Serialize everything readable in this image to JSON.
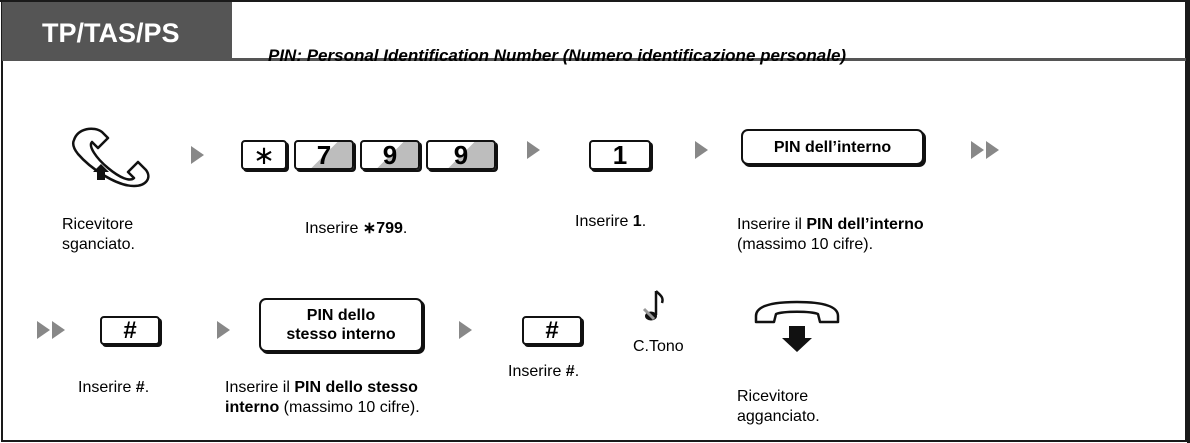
{
  "header": {
    "tab_label": "TP/TAS/PS",
    "subtitle": "PIN: Personal Identification Number (Numero identificazione personale)"
  },
  "row1": {
    "keys_star": "∗",
    "key_7": "7",
    "key_9a": "9",
    "key_9b": "9",
    "key_1": "1",
    "pin_ext_label": "PIN dell’interno",
    "cap_offhook_1": "Ricevitore",
    "cap_offhook_2": "sganciato.",
    "cap_799_pre": "Inserire ",
    "cap_799_bold": "∗799",
    "cap_799_post": ".",
    "cap_1_pre": "Inserire ",
    "cap_1_bold": "1",
    "cap_1_post": ".",
    "cap_pin_pre": "Inserire il ",
    "cap_pin_bold": "PIN dell’interno",
    "cap_pin_line2": "(massimo 10 cifre)."
  },
  "row2": {
    "hash_a": "#",
    "pin_same_line1": "PIN dello",
    "pin_same_line2": "stesso interno",
    "hash_b": "#",
    "tone_label": "C.Tono",
    "cap_hash_a_pre": "Inserire ",
    "cap_hash_a_bold": "#",
    "cap_hash_a_post": ".",
    "cap_same_pre": "Inserire il ",
    "cap_same_bold1": "PIN dello stesso",
    "cap_same_bold2": "interno",
    "cap_same_post": " (massimo 10 cifre).",
    "cap_hash_b_pre": "Inserire ",
    "cap_hash_b_bold": "#",
    "cap_hash_b_post": ".",
    "cap_onhook_1": "Ricevitore",
    "cap_onhook_2": "agganciato."
  }
}
